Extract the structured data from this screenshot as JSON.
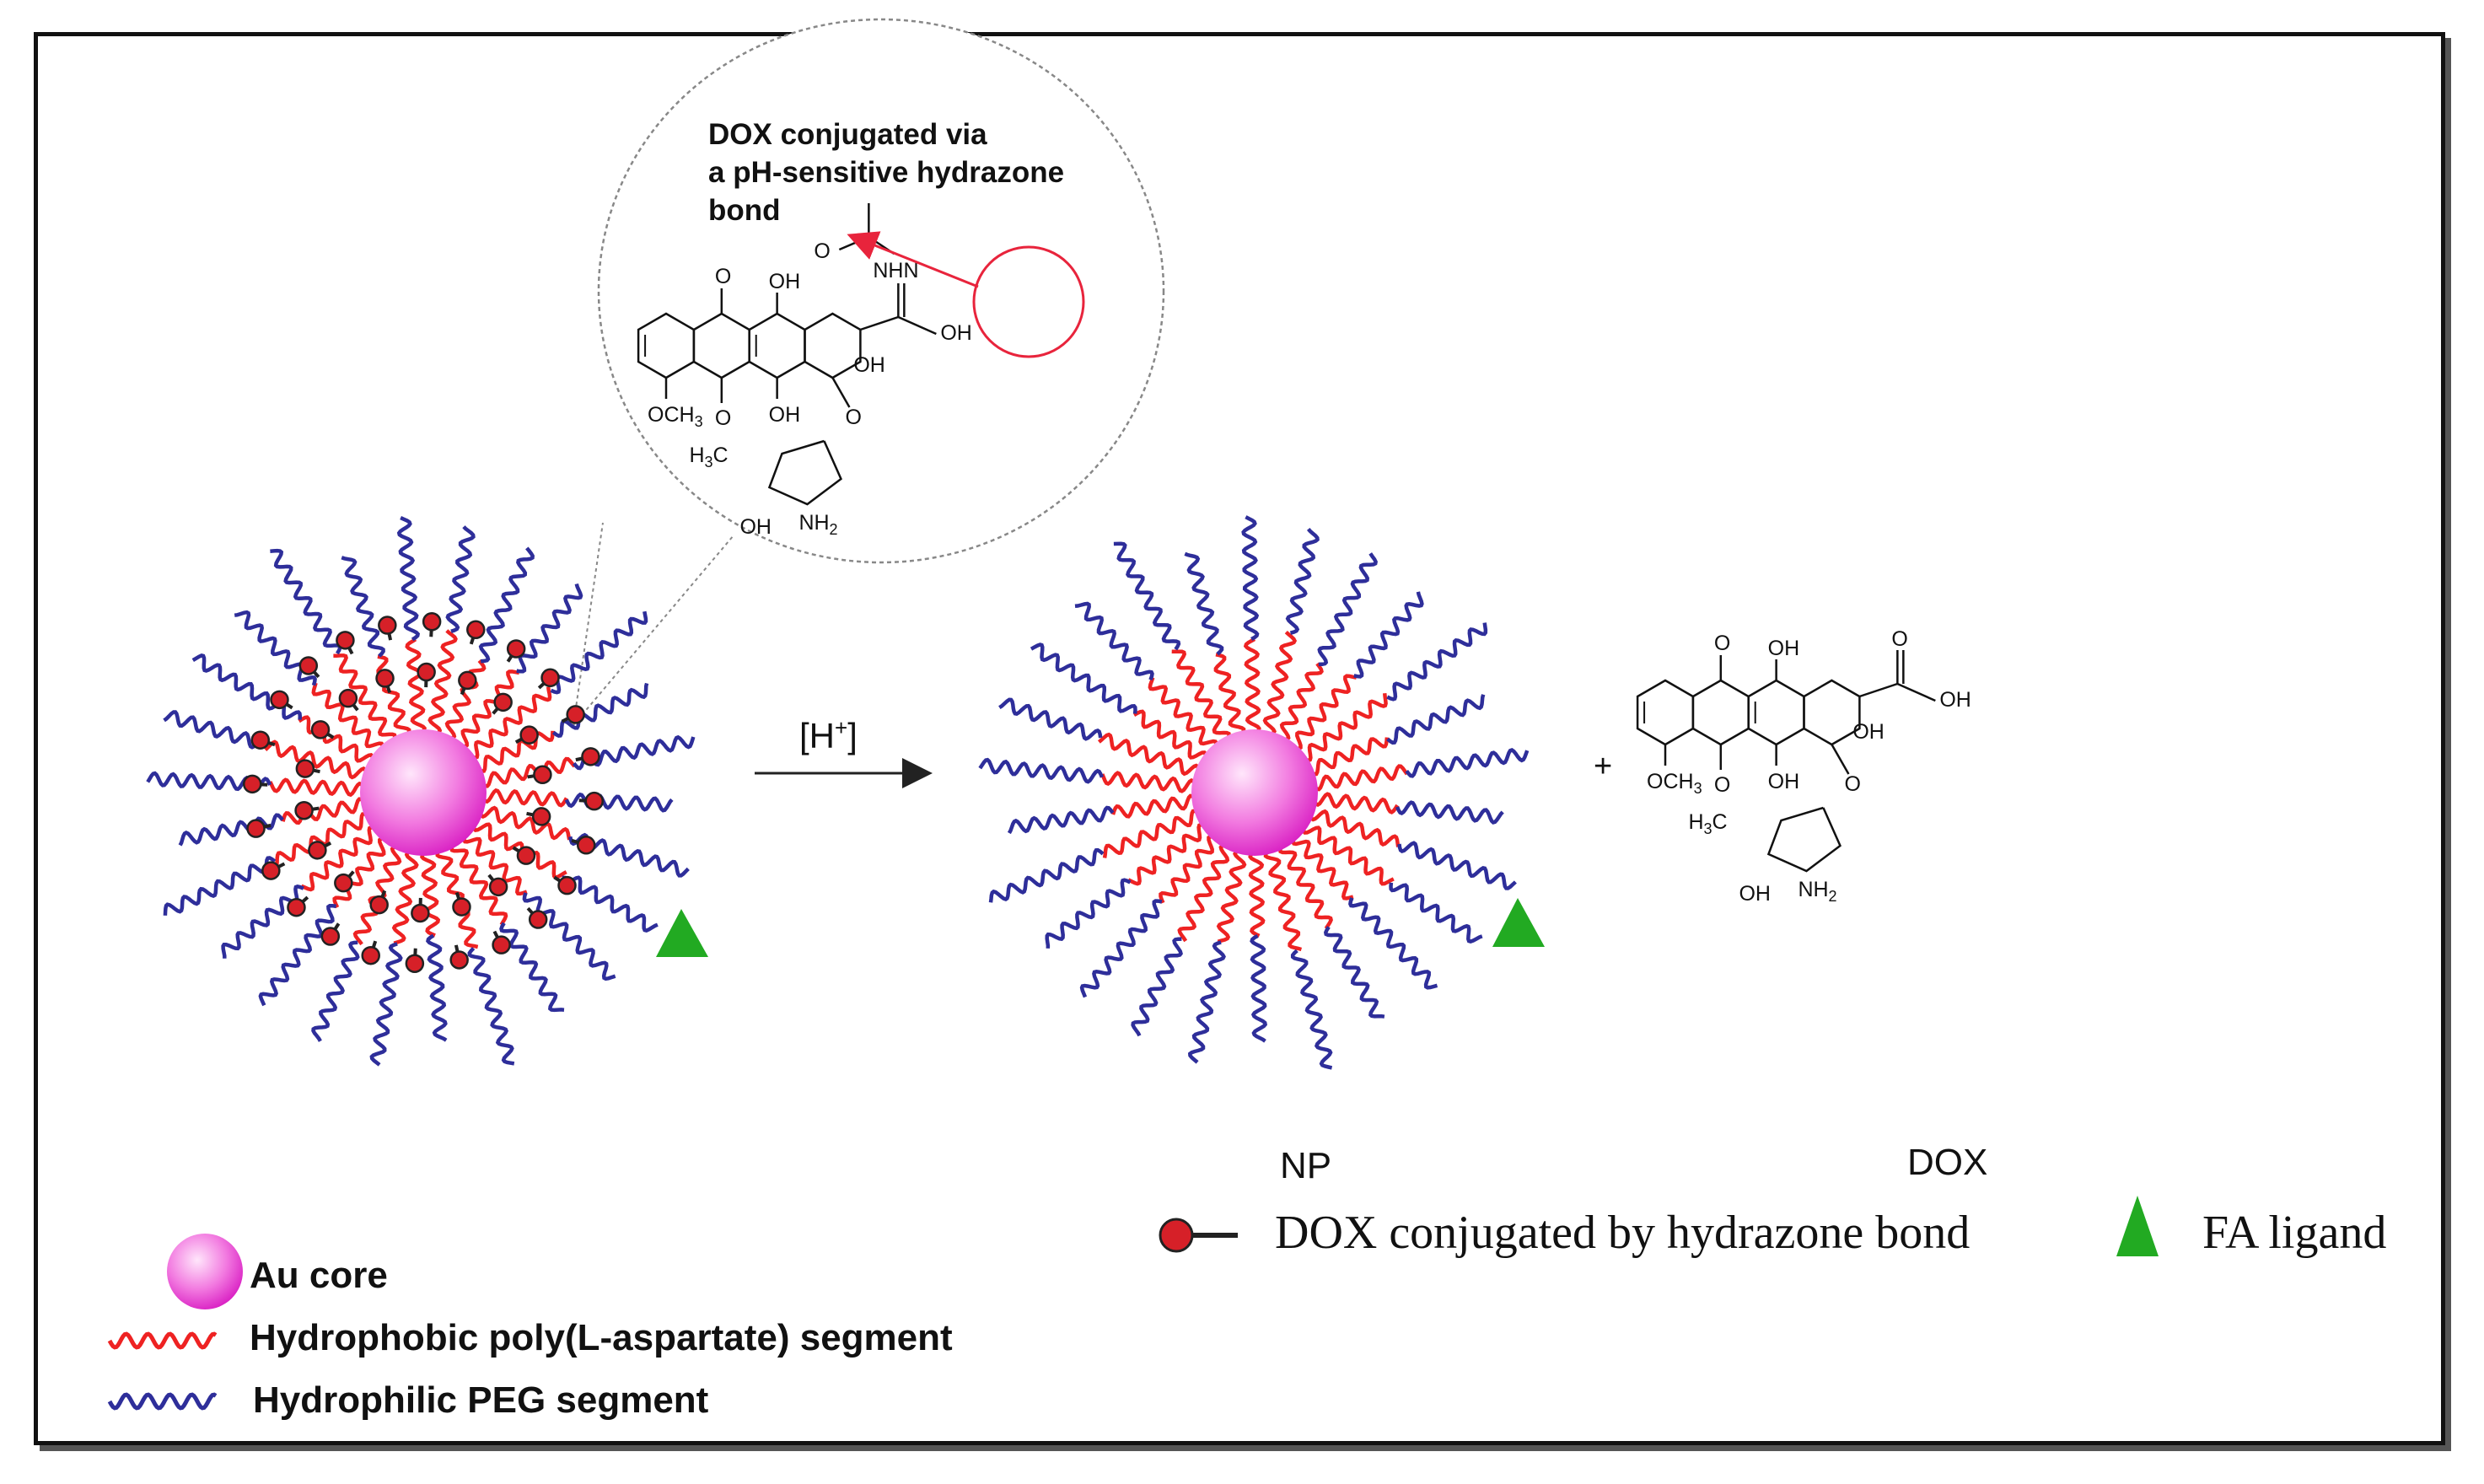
{
  "callout": {
    "title_lines": [
      "DOX conjugated via",
      "a pH-sensitive hydrazone",
      "bond"
    ]
  },
  "reaction": {
    "condition": "[H+]",
    "condition_base": "[H",
    "condition_sup": "+",
    "condition_end": "]",
    "plus": "+"
  },
  "chem_labels": {
    "oh": "OH",
    "o": "O",
    "nhn": "NHN",
    "och3": "OCH",
    "och3_sub": "3",
    "h3c": "H",
    "h3c_sub": "3",
    "h3c_c": "C",
    "nh2": "NH",
    "nh2_sub": "2"
  },
  "product_labels": {
    "np": "NP",
    "dox": "DOX"
  },
  "legend": {
    "au_core": "Au core",
    "hydrophobic": "Hydrophobic poly(L-aspartate) segment",
    "hydrophilic": "Hydrophilic PEG segment",
    "dox_conjugated": "DOX conjugated by hydrazone bond",
    "fa_ligand": "FA ligand"
  },
  "colors": {
    "au_core_center": "#ffe6fb",
    "au_core_edge": "#e020c8",
    "hydrophobic": "#ee2222",
    "hydrophilic": "#2e2e9a",
    "dox_bead": "#d62028",
    "fa_ligand": "#22aa22",
    "callout_border": "#777777",
    "callout_arrow": "#e8243c"
  }
}
